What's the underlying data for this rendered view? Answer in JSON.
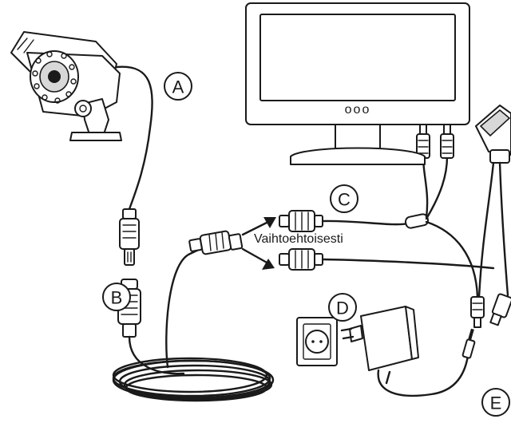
{
  "labels": {
    "a": "A",
    "b": "B",
    "c": "C",
    "d": "D",
    "e": "E"
  },
  "note": "Vaihtoehtoisesti",
  "monitor": {
    "buttons": "ooo"
  },
  "colors": {
    "line": "#1a1a1a",
    "background": "#ffffff",
    "shade": "#d8d8d8"
  }
}
